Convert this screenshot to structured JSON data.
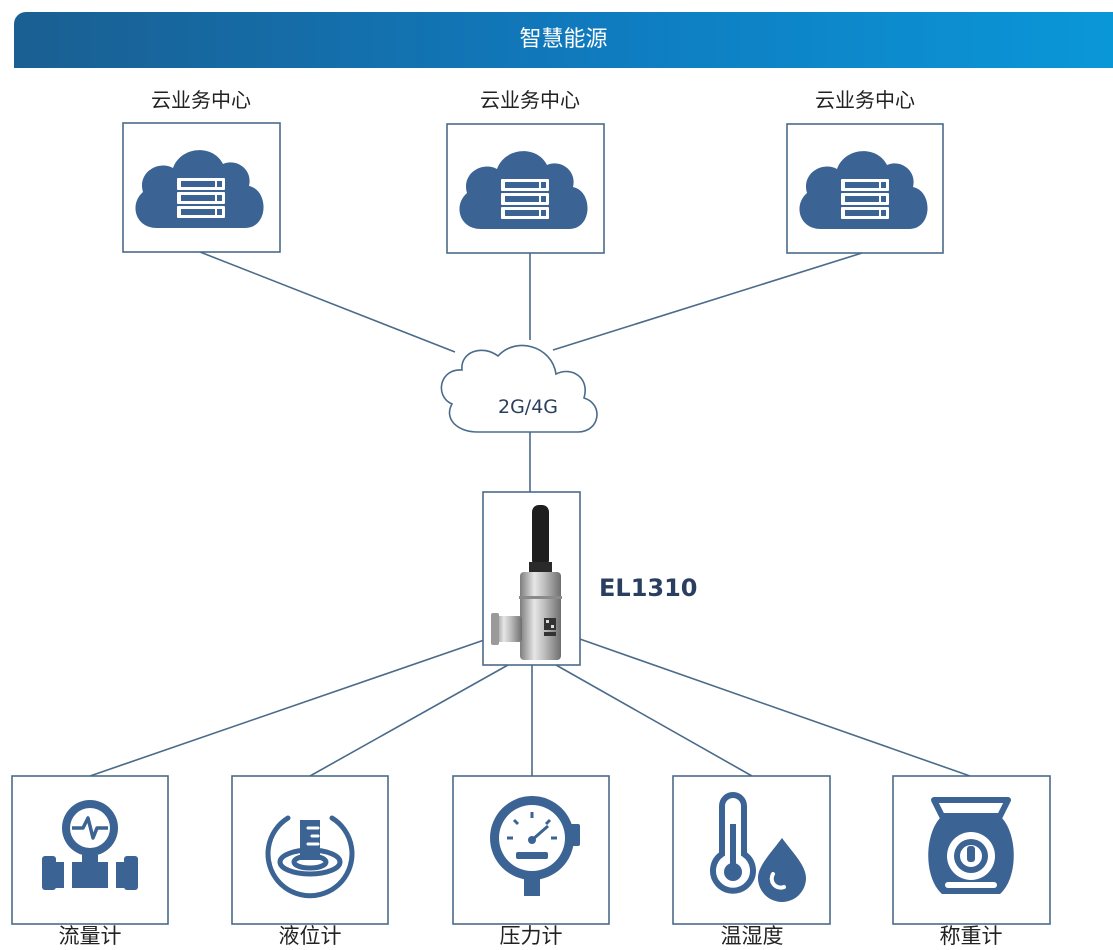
{
  "header": {
    "title": "智慧能源"
  },
  "clouds": [
    {
      "label": "云业务中心",
      "icon": "cloud-server-icon"
    },
    {
      "label": "云业务中心",
      "icon": "cloud-server-icon"
    },
    {
      "label": "云业务中心",
      "icon": "cloud-server-icon"
    }
  ],
  "network": {
    "label": "2G/4G",
    "icon": "cloud-icon"
  },
  "device": {
    "label": "EL1310",
    "icon": "pressure-transmitter-device"
  },
  "sensors": [
    {
      "label": "流量计",
      "icon": "flow-meter-icon"
    },
    {
      "label": "液位计",
      "icon": "level-meter-icon"
    },
    {
      "label": "压力计",
      "icon": "pressure-gauge-icon"
    },
    {
      "label": "温湿度",
      "icon": "thermometer-humidity-icon"
    },
    {
      "label": "称重计",
      "icon": "weighing-scale-icon"
    }
  ],
  "colors": {
    "line": "#4a6b8a",
    "icon_fill": "#3b6394",
    "banner_start": "#1a5f92",
    "banner_end": "#0a97d8"
  }
}
